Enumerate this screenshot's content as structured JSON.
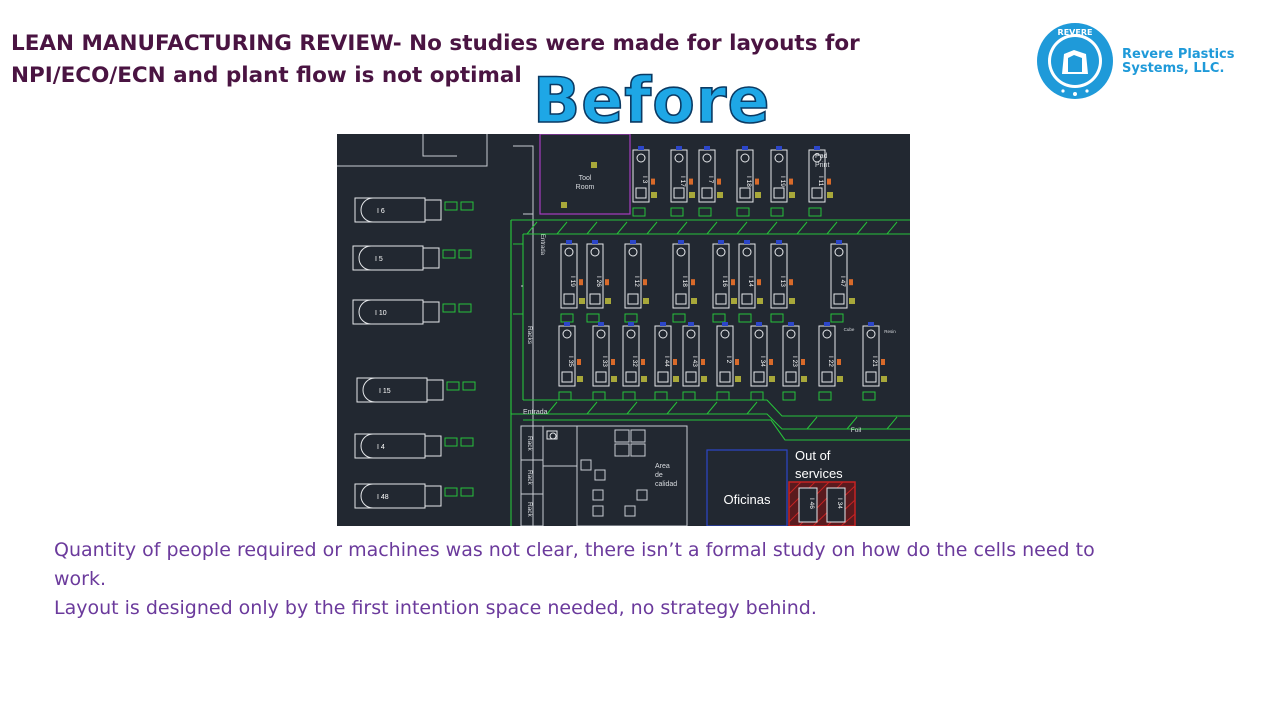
{
  "slide": {
    "title_line1": "LEAN MANUFACTURING REVIEW- No studies were made for layouts for",
    "title_line2": "NPI/ECO/ECN and plant flow is not optimal",
    "heading": "Before",
    "notes": [
      "Quantity of people required or machines was not clear, there isn’t a formal study on how do the cells need to work.",
      "Layout is designed only by the first intention space needed, no strategy behind."
    ]
  },
  "logo": {
    "ring_text": "REVERE",
    "company_line1": "Revere Plastics",
    "company_line2": "Systems, LLC."
  },
  "plan": {
    "tool_room_1": "Tool",
    "tool_room_2": "Room",
    "pad_print_1": "Pad",
    "pad_print_2": "Print",
    "entrada_vertical": "Entrada",
    "entrada": "Entrada",
    "racks": "Racks",
    "rack_1": "Rack",
    "rack_2": "Rack",
    "rack_3": "Rack",
    "area_calidad_1": "Area",
    "area_calidad_2": "de",
    "area_calidad_3": "calidad",
    "oficinas": "Oficinas",
    "out_of_1": "Out of",
    "out_of_2": "services",
    "foil": "Foil",
    "cube": "Cube",
    "resin": "Resin",
    "left_machines": [
      "I 6",
      "I 5",
      "I 10",
      "I 15",
      "I 4",
      "I 48"
    ],
    "top_machines": [
      "I 3",
      "I 17",
      "I 7",
      "I 18",
      "I 19",
      "I 11"
    ],
    "mid_machines": [
      "I 19",
      "I 26",
      "I 12",
      "I 18",
      "I 16",
      "I 14",
      "I 13",
      "I 47"
    ],
    "low_machines": [
      "I 35",
      "I 33",
      "I 32",
      "I 44",
      "I 43",
      "I 2",
      "I 34",
      "I 23",
      "I 22",
      "I 21"
    ],
    "oos_machines": [
      "I 46",
      "I 34"
    ]
  },
  "colors": {
    "title": "#4a1442",
    "heading_fill": "#1ea7e6",
    "notes": "#6b3a9c",
    "plan_bg": "#222831",
    "plan_green": "#27c23a",
    "plan_blue": "#2c46c9",
    "plan_red": "#c42323",
    "logo_blue": "#1f9ad9"
  }
}
